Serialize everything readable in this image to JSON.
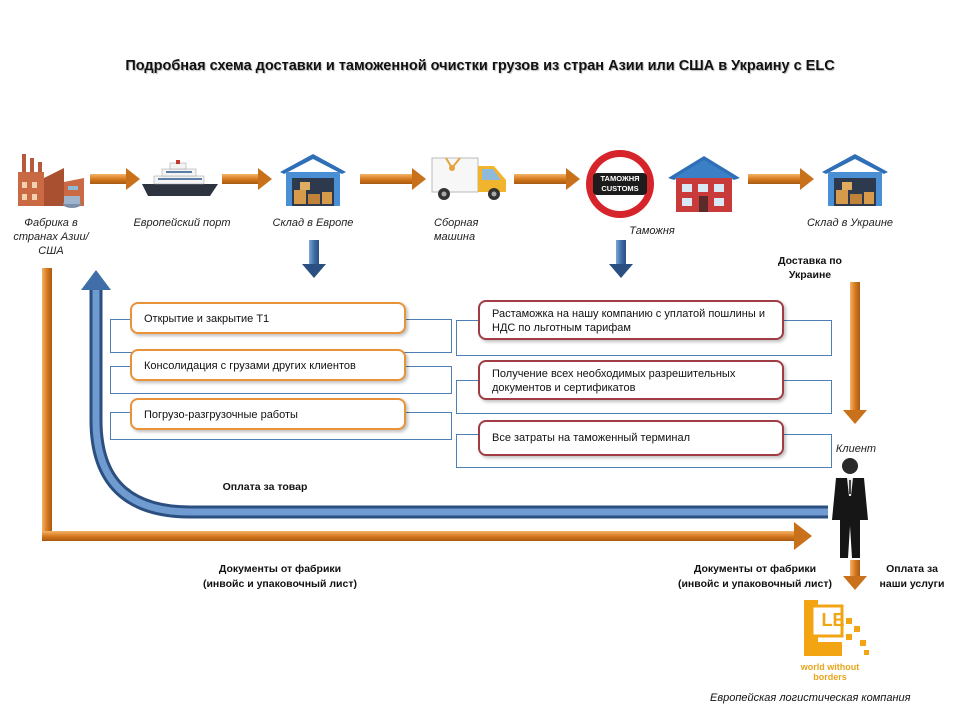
{
  "title": "Подробная схема доставки и таможенной очистки грузов из стран Азии или США в Украину с ELC",
  "nodes": {
    "factory": "Фабрика в странах Азии/США",
    "port": "Европейский порт",
    "warehouse_eu": "Склад в Европе",
    "truck": "Сборная машина",
    "customs": "Таможня",
    "warehouse_ua": "Склад в Украине",
    "client": "Клиент"
  },
  "customs_sign": {
    "line1": "ТАМОЖНЯ",
    "line2": "CUSTOMS"
  },
  "europe_tasks": [
    "Открытие и закрытие Т1",
    "Консолидация с грузами других клиентов",
    "Погрузо-разгрузочные работы"
  ],
  "customs_tasks": [
    "Растаможка на нашу компанию с уплатой пошлины и НДС по льготным тарифам",
    "Получение всех необходимых разрешительных документов и сертификатов",
    "Все затраты на таможенный терминал"
  ],
  "flow_labels": {
    "delivery_ukraine": "Доставка по Украине",
    "payment_goods": "Оплата за товар",
    "docs_left_1": "Документы от фабрики",
    "docs_left_2": "(инвойс и упаковочный лист)",
    "docs_right_1": "Документы от фабрики",
    "docs_right_2": "(инвойс и упаковочный лист)",
    "payment_services_1": "Оплата за",
    "payment_services_2": "наши услуги"
  },
  "logo": {
    "letters": "LE",
    "name_1": "world without",
    "name_2": "borders"
  },
  "company": "Европейская логистическая компания",
  "colors": {
    "orange": "#d77a1e",
    "blue": "#3f6ea8",
    "red": "#a23c44"
  }
}
